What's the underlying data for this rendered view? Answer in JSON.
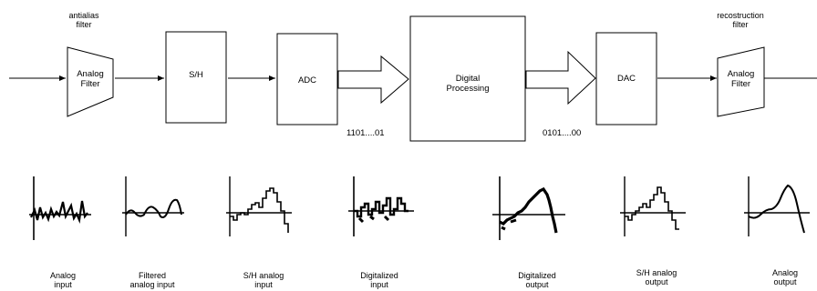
{
  "blocks": {
    "analog_filter_in": "Analog\nFilter",
    "sample_hold": "S/H",
    "adc": "ADC",
    "digital_processing": "Digital\nProcessing",
    "dac": "DAC",
    "analog_filter_out": "Analog\nFilter"
  },
  "top_labels": {
    "antialias": "antialias\nfilter",
    "reconstruction": "recostruction\nfilter"
  },
  "codes": {
    "adc_output": "1101....01",
    "dsp_output": "0101....00"
  },
  "signals": [
    "Analog\ninput",
    "Filtered\nanalog input",
    "S/H analog\ninput",
    "Digitalized\ninput",
    "Digitalized\noutput",
    "S/H analog\noutput",
    "Analog\noutput"
  ]
}
